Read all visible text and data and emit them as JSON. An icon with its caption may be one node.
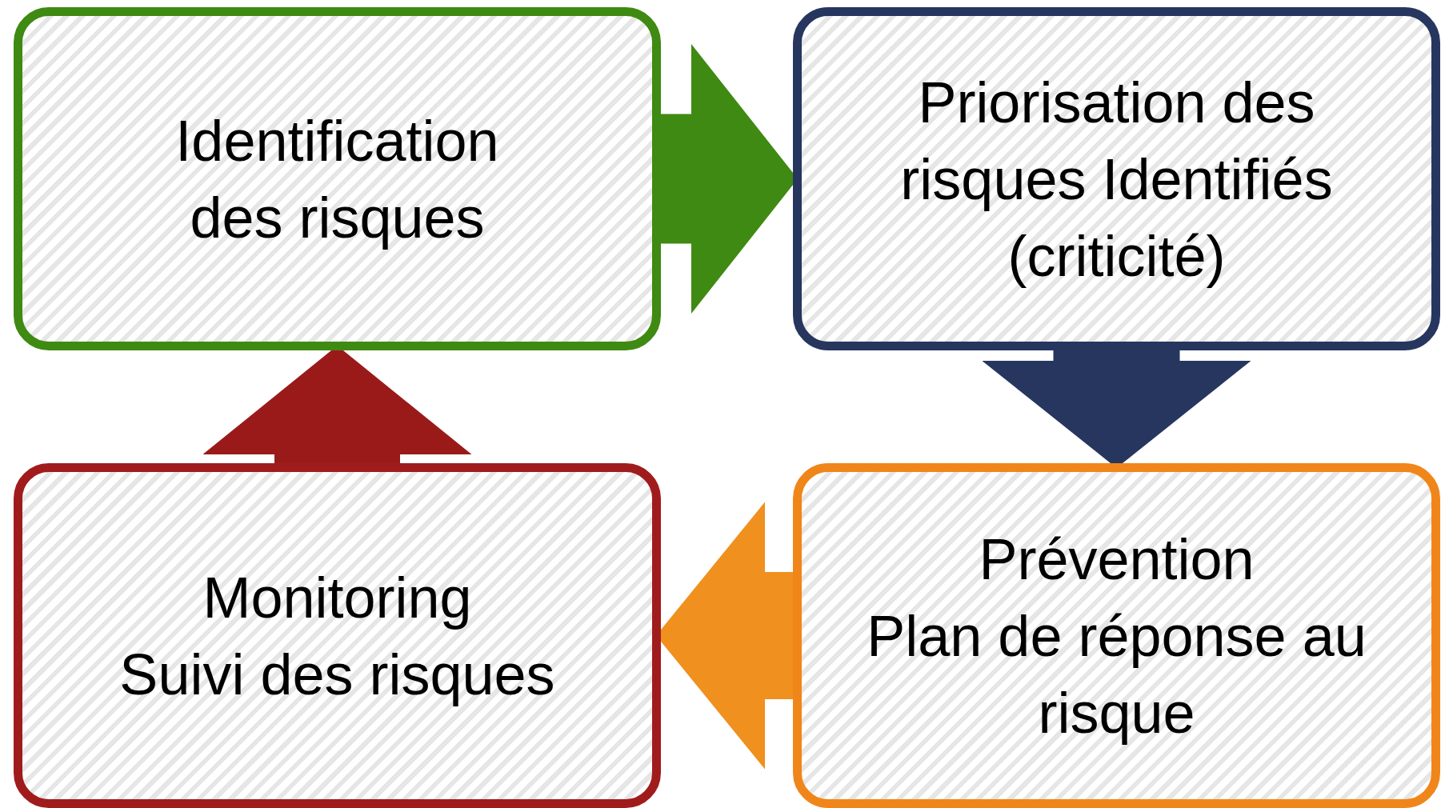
{
  "diagram": {
    "nodes": [
      {
        "text": [
          "Identification des risques"
        ]
      },
      {
        "text": [
          "Priorisation des risques Identifiés (criticité)"
        ]
      },
      {
        "text": [
          "Prévention",
          "Plan de réponse au risque"
        ]
      },
      {
        "text": [
          "Monitoring",
          "Suivi des risques"
        ]
      }
    ],
    "edges": [
      {
        "from": 0,
        "to": 1,
        "arrow": "to",
        "color": "#3f8a12"
      },
      {
        "from": 1,
        "to": 2,
        "arrow": "to",
        "color": "#26365f"
      },
      {
        "from": 2,
        "to": 3,
        "arrow": "to",
        "color": "#f0901e"
      },
      {
        "from": 3,
        "to": 0,
        "arrow": "to",
        "color": "#9a1a1a"
      }
    ]
  }
}
